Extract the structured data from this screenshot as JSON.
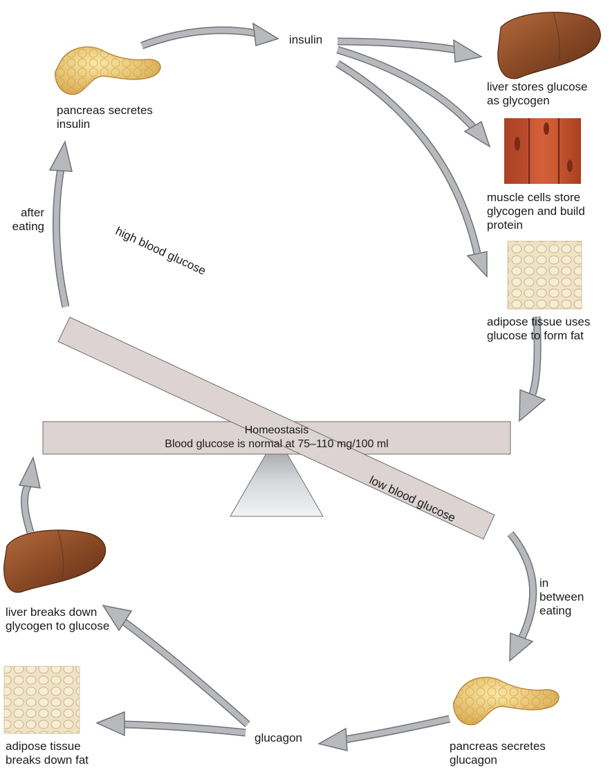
{
  "labels": {
    "insulin": "insulin",
    "glucagon": "glucagon",
    "pancreas_top": [
      "pancreas secretes",
      "insulin"
    ],
    "liver_top": [
      "liver stores glucose",
      "as glycogen"
    ],
    "muscle": [
      "muscle cells store",
      "glycogen and build",
      "protein"
    ],
    "adipose_top": [
      "adipose tissue uses",
      "glucose to form fat"
    ],
    "after_eating": [
      "after",
      "eating"
    ],
    "in_between": [
      "in",
      "between",
      "eating"
    ],
    "liver_bottom": [
      "liver breaks down",
      "glycogen to glucose"
    ],
    "adipose_bottom": [
      "adipose tissue",
      "breaks down fat"
    ],
    "pancreas_bottom": [
      "pancreas secretes",
      "glucagon"
    ]
  },
  "balance": {
    "high": "high blood glucose",
    "low": "low blood glucose",
    "homeostasis_title": "Homeostasis",
    "homeostasis_text": "Blood glucose is normal at 75–110 mg/100 ml"
  },
  "colors": {
    "arrow_fill": "#b7b9bd",
    "arrow_stroke": "#6f7175",
    "beam_fill": "#ddd3d3",
    "beam_stroke": "#6e6a6a",
    "liver": "#8a4a26",
    "muscle": "#c0502e",
    "pancreas": "#e8c678",
    "adipose": "#e9dcbc"
  }
}
